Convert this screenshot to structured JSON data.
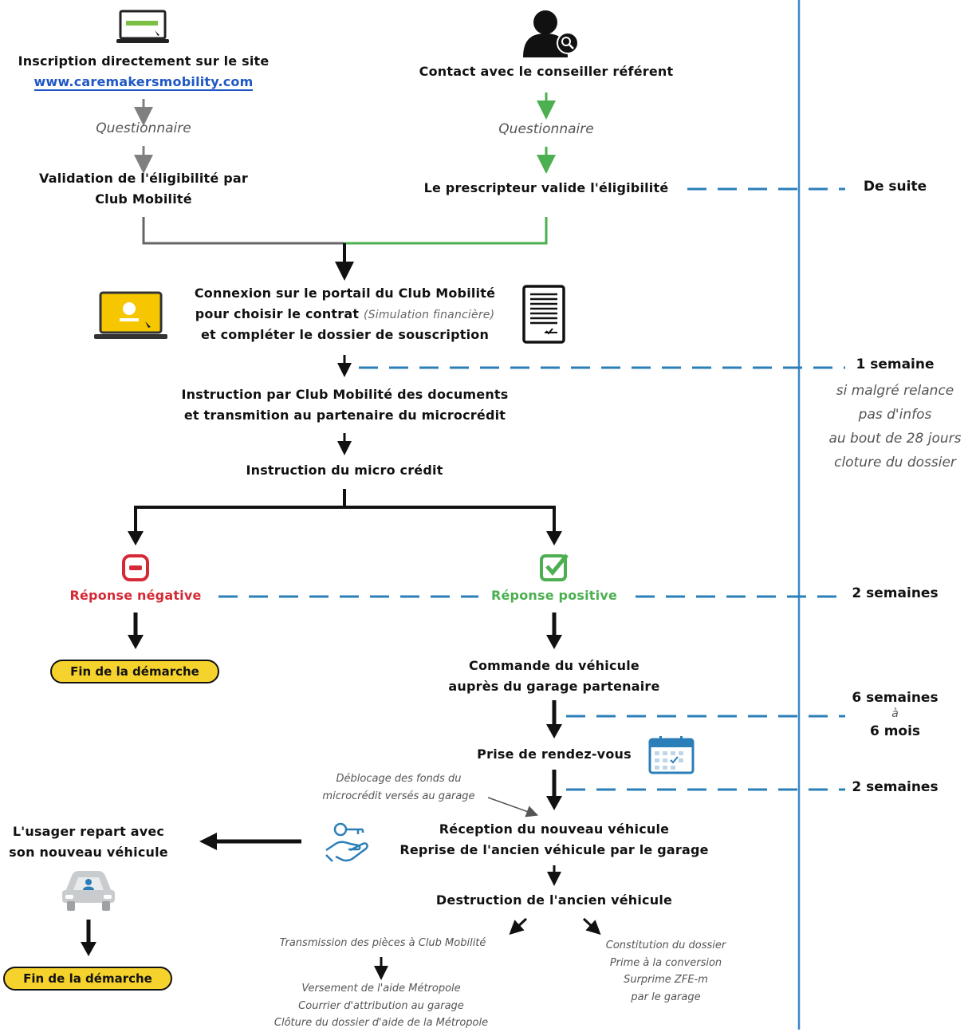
{
  "left_branch": {
    "signup_line1": "Inscription directement sur le site",
    "signup_link": "www.caremakersmobility.com",
    "questionnaire": "Questionnaire",
    "validation_line1": "Validation de l'éligibilité par",
    "validation_line2": "Club Mobilité"
  },
  "right_branch": {
    "contact": "Contact avec le conseiller référent",
    "questionnaire": "Questionnaire",
    "validation": "Le prescripteur valide l'éligibilité"
  },
  "portal": {
    "line1": "Connexion sur le portail du Club Mobilité",
    "line2_bold": "pour choisir le contrat",
    "line2_italic": "(Simulation financière)",
    "line3": "et compléter le dossier de souscription"
  },
  "instruction": {
    "line1": "Instruction par Club Mobilité des documents",
    "line2": "et transmition au partenaire du microcrédit",
    "micro": "Instruction du micro crédit"
  },
  "negative": {
    "label": "Réponse négative",
    "end": "Fin de la démarche"
  },
  "positive": {
    "label": "Réponse positive"
  },
  "order": {
    "line1": "Commande du véhicule",
    "line2": "auprès du garage partenaire"
  },
  "appointment": "Prise de rendez-vous",
  "funds": {
    "line1": "Déblocage des fonds du",
    "line2": "microcrédit versés au garage"
  },
  "reception": {
    "line1": "Réception du nouveau véhicule",
    "line2": "Reprise de l'ancien véhicule par le garage"
  },
  "user_leaves": {
    "line1": "L'usager repart avec",
    "line2": "son nouveau véhicule",
    "end": "Fin de la démarche"
  },
  "destruction": "Destruction de l'ancien véhicule",
  "transmission": "Transmission des pièces à Club Mobilité",
  "versement": {
    "line1": "Versement de l'aide Métropole",
    "line2": "Courrier d'attribution au garage",
    "line3": "Clôture du dossier d'aide de la Métropole"
  },
  "constitution": {
    "line1": "Constitution du dossier",
    "line2": "Prime à la conversion",
    "line3": "Surprime ZFE-m",
    "line4": "par le garage"
  },
  "timeline": {
    "t1": "De suite",
    "t2": "1 semaine",
    "t2_note1": "si malgré relance",
    "t2_note2": "pas d'infos",
    "t2_note3": "au bout de 28 jours",
    "t2_note4": "cloture du dossier",
    "t3": "2 semaines",
    "t4_line1": "6 semaines",
    "t4_line2": "à",
    "t4_line3": "6 mois",
    "t5": "2 semaines"
  },
  "icons": {
    "laptop_small": "laptop-icon",
    "user_search": "user-search-icon",
    "laptop_yellow": "laptop-icon",
    "document": "document-icon",
    "refuse": "minus-box-icon",
    "accept": "checkbox-icon",
    "calendar": "calendar-icon",
    "keys": "keys-hand-icon",
    "car": "car-icon"
  },
  "colors": {
    "grey_arrow": "#808080",
    "green_arrow": "#4caf50",
    "blue_dash": "#2b7fb8",
    "negative": "#d42a36",
    "positive": "#4caf50",
    "pill": "#f6d22c",
    "vertical_line": "#3a86c8"
  }
}
